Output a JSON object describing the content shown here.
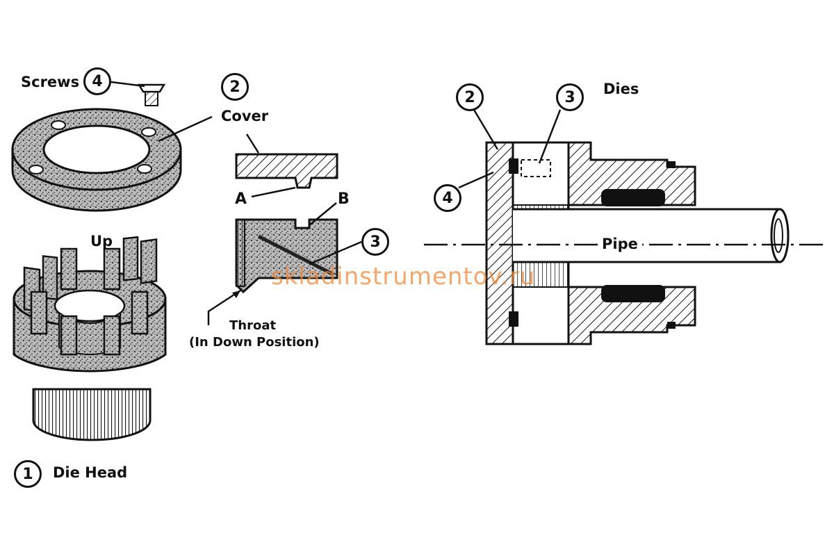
{
  "labels": {
    "screws": "Screws",
    "cover": "Cover",
    "up": "Up",
    "die_head": "Die Head",
    "a": "A",
    "b": "B",
    "throat_line1": "Throat",
    "throat_line2": "(In Down Position)",
    "dies": "Dies",
    "pipe": "Pipe"
  },
  "callouts": {
    "screws_num": "4",
    "cover_num": "2",
    "die_num": "3",
    "die_head_num": "1",
    "section_cover_num": "2",
    "section_dies_num": "3",
    "section_screw_num": "4"
  },
  "watermark": "skladinstrumentov.ru",
  "colors": {
    "ink": "#111111",
    "watermark": "#f08a3c",
    "background": "#ffffff"
  }
}
